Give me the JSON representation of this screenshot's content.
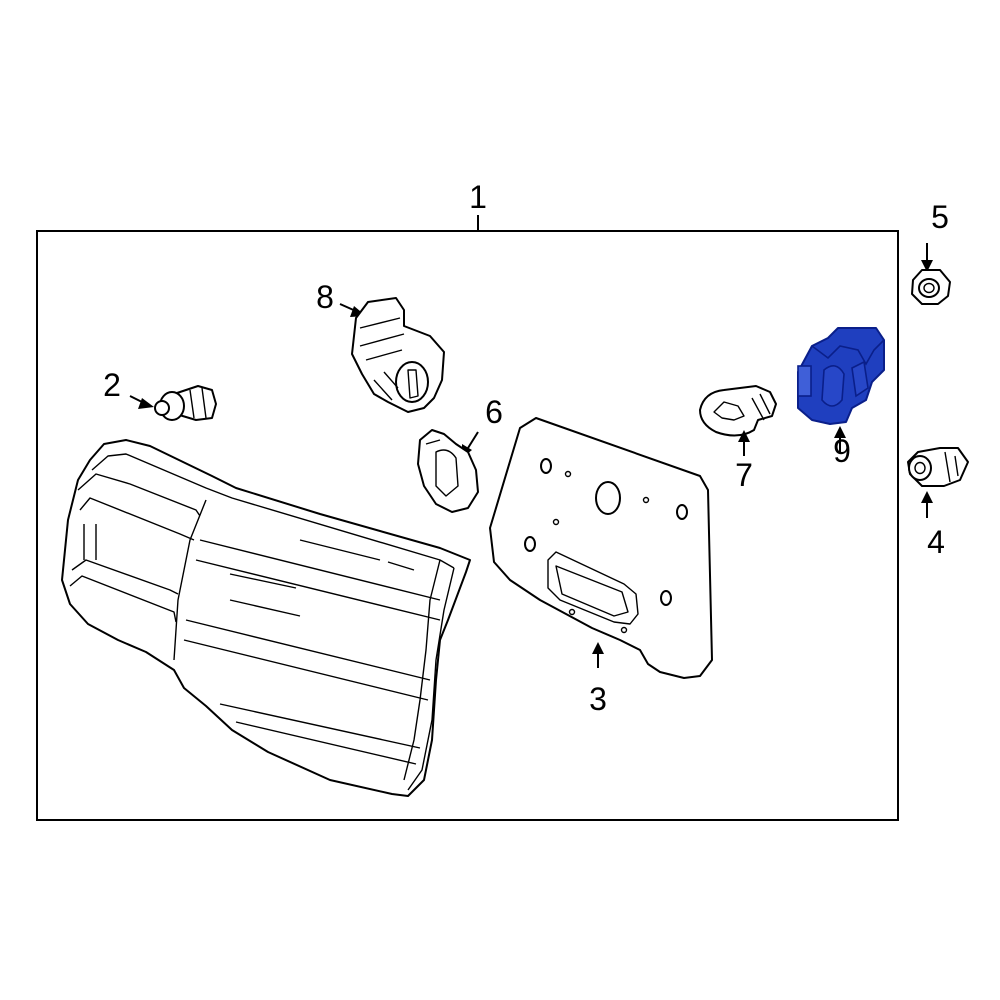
{
  "diagram": {
    "callouts": {
      "c1": "1",
      "c2": "2",
      "c3": "3",
      "c4": "4",
      "c5": "5",
      "c6": "6",
      "c7": "7",
      "c8": "8",
      "c9": "9"
    },
    "colors": {
      "line": "#000000",
      "background": "#ffffff",
      "highlight": "#1f3fbf",
      "highlight_dark": "#0a1f8a"
    },
    "highlighted_part": "9"
  }
}
